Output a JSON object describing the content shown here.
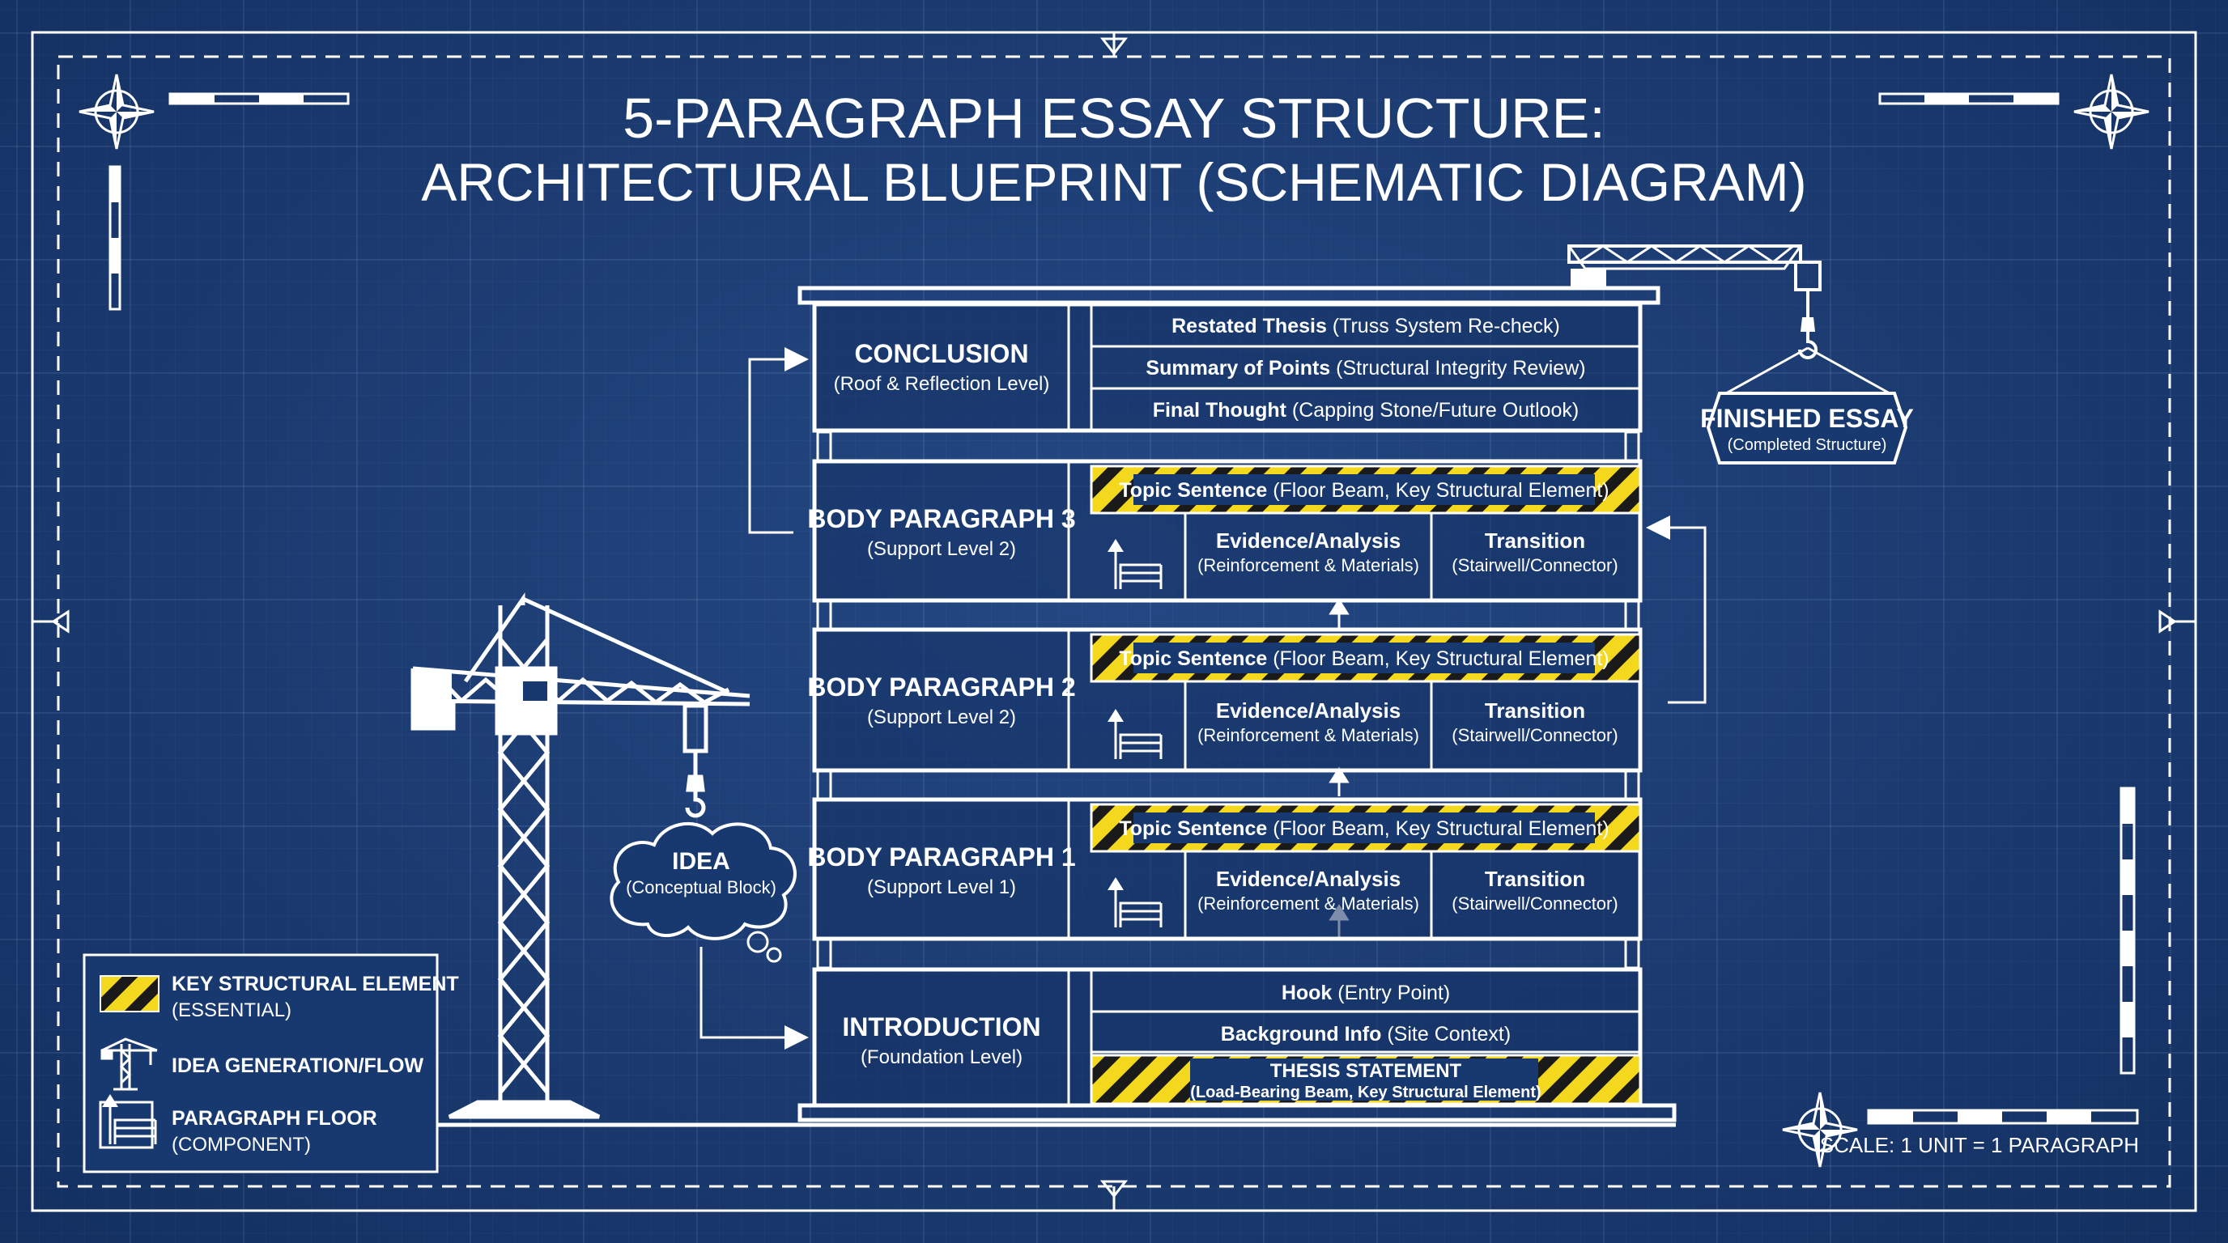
{
  "title": {
    "line1": "5-PARAGRAPH ESSAY STRUCTURE:",
    "line2": "ARCHITECTURAL BLUEPRINT (SCHEMATIC DIAGRAM)"
  },
  "conclusion": {
    "name": "CONCLUSION",
    "subtitle": "(Roof & Reflection Level)",
    "rows": [
      {
        "bold": "Restated Thesis",
        "rest": " (Truss System Re-check)"
      },
      {
        "bold": "Summary of Points",
        "rest": " (Structural Integrity Review)"
      },
      {
        "bold": "Final Thought",
        "rest": " (Capping Stone/Future Outlook)"
      }
    ]
  },
  "body_paragraphs": [
    {
      "name": "BODY PARAGRAPH 3",
      "subtitle": "(Support Level 2)"
    },
    {
      "name": "BODY PARAGRAPH 2",
      "subtitle": "(Support Level 2)"
    },
    {
      "name": "BODY PARAGRAPH 1",
      "subtitle": "(Support Level 1)"
    }
  ],
  "body_common": {
    "topic_bold": "Topic Sentence",
    "topic_rest": " (Floor Beam, Key Structural Element)",
    "evidence": "Evidence/Analysis",
    "evidence_sub": "(Reinforcement & Materials)",
    "transition": "Transition",
    "transition_sub": "(Stairwell/Connector)"
  },
  "introduction": {
    "name": "INTRODUCTION",
    "subtitle": "(Foundation Level)",
    "hook_bold": "Hook",
    "hook_rest": " (Entry Point)",
    "background_bold": "Background Info",
    "background_rest": " (Site Context)",
    "thesis": "THESIS STATEMENT",
    "thesis_sub": "(Load-Bearing Beam, Key Structural Element)"
  },
  "finished": {
    "title": "FINISHED ESSAY",
    "subtitle": "(Completed Structure)"
  },
  "idea": {
    "title": "IDEA",
    "subtitle": "(Conceptual Block)"
  },
  "legend": {
    "items": [
      {
        "label": "KEY STRUCTURAL ELEMENT",
        "sub": "(ESSENTIAL)"
      },
      {
        "label": "IDEA GENERATION/FLOW",
        "sub": ""
      },
      {
        "label": "PARAGRAPH FLOOR",
        "sub": "(COMPONENT)"
      }
    ]
  },
  "scale": "SCALE: 1 UNIT = 1 PARAGRAPH",
  "colors": {
    "background": "#18396f",
    "line": "#ffffff",
    "hazard_yellow": "#f3d81e",
    "hazard_dark": "#1a1a1a"
  }
}
